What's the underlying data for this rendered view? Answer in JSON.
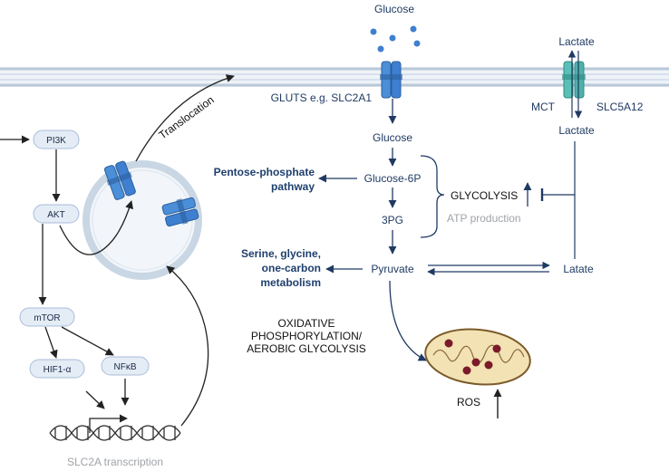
{
  "membrane": {
    "glucose_outside": "Glucose",
    "lactate_outside": "Lactate",
    "gluts_label": "GLUTS e.g. SLC2A1",
    "mct_label": "MCT",
    "slc5a12_label": "SLC5A12"
  },
  "translocation_label": "Translocation",
  "signaling": {
    "pi3k": "PI3K",
    "akt": "AKT",
    "mtor": "mTOR",
    "hif1a": "HIF1-α",
    "nfkb": "NFκB",
    "transcription": "SLC2A transcription"
  },
  "metabolism": {
    "glucose": "Glucose",
    "glucose6p": "Glucose-6P",
    "pg3": "3PG",
    "pyruvate": "Pyruvate",
    "lactate_inside": "Lactate",
    "latate": "Latate",
    "ppp_line1": "Pentose-phosphate",
    "ppp_line2": "pathway",
    "serine_line1": "Serine, glycine,",
    "serine_line2": "one-carbon",
    "serine_line3": "metabolism",
    "glycolysis": "GLYCOLYSIS",
    "atp": "ATP production",
    "oxphos_line1": "OXIDATIVE",
    "oxphos_line2": "PHOSPHORYLATION/",
    "oxphos_line3": "AEROBIC GLYCOLYSIS",
    "ros": "ROS"
  },
  "colors": {
    "membrane": "#cfdbe8",
    "transporter_blue": "#4a8fd8",
    "transporter_teal": "#5bbfb7",
    "mitochondrion": "#f3e2b3",
    "mito_dots": "#7a1a2a",
    "text_navy": "#1f3a63"
  }
}
